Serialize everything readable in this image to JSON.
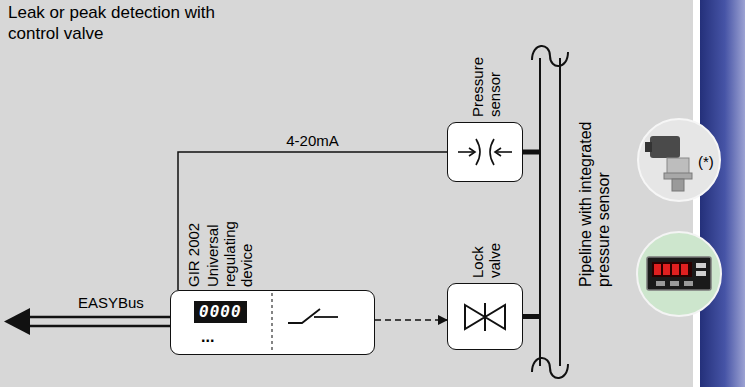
{
  "diagram": {
    "title": "Leak or peak detection with control valve",
    "nodes": [
      {
        "text": [
          "GIR 2002",
          "Universal regulating device",
          "0000",
          "..."
        ]
      },
      {
        "text": [
          "Pressure sensor"
        ]
      },
      {
        "text": [
          "Lock valve"
        ]
      },
      {
        "text": [
          "Pipeline with integrated pressure sensor"
        ]
      },
      {
        "text": [
          "(*)"
        ]
      }
    ],
    "edges": [
      {
        "from": 0,
        "to": 1,
        "label": "4-20mA",
        "arrow": "none"
      },
      {
        "from": 0,
        "to": 2,
        "arrow": "to"
      },
      {
        "from": 1,
        "to": 3,
        "arrow": "none"
      },
      {
        "from": 2,
        "to": 3,
        "arrow": "none"
      }
    ],
    "labels": [
      "EASYBus"
    ]
  }
}
